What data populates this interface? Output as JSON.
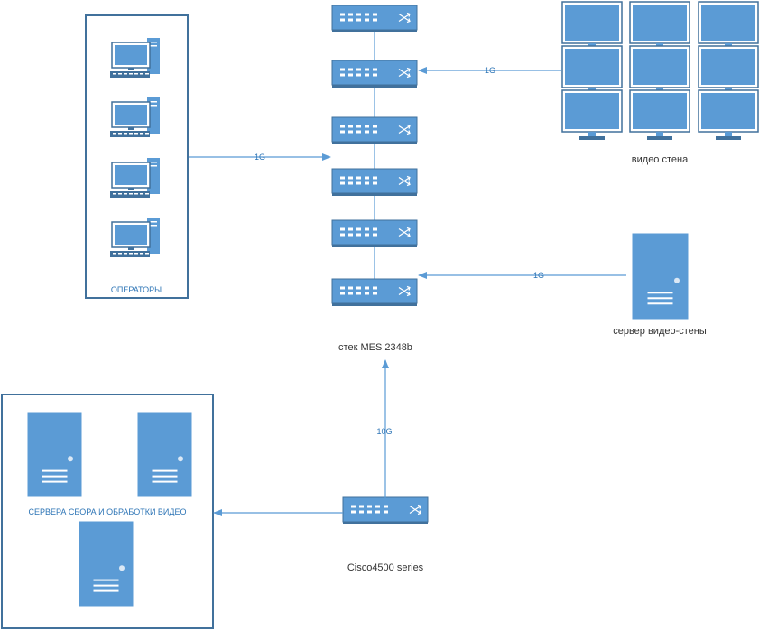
{
  "colors": {
    "device_fill": "#5b9bd5",
    "device_stroke": "#41719c",
    "frame_stroke": "#41719c",
    "line": "#5b9bd5",
    "label_dark": "#333333",
    "label_blue": "#2e75b6"
  },
  "groups": {
    "operators": {
      "label": "ОПЕРАТОРЫ",
      "device_icon": "desktop-computer-icon"
    },
    "capture_servers": {
      "label": "СЕРВЕРА СБОРА И ОБРАБОТКИ ВИДЕО",
      "device_icon": "tower-server-icon"
    }
  },
  "nodes": {
    "switch_stack": {
      "label": "стек MES 2348b",
      "device_icon": "network-switch-icon"
    },
    "video_wall": {
      "label": "видео стена",
      "device_icon": "monitor-icon"
    },
    "wall_server": {
      "label": "сервер видео-стены",
      "device_icon": "tower-server-icon"
    },
    "core_switch": {
      "label": "Cisco4500 series",
      "device_icon": "network-switch-icon"
    }
  },
  "links": {
    "operators_to_stack": "1G",
    "wall_to_stack": "1G",
    "server_to_stack": "1G",
    "core_to_stack": "10G"
  }
}
